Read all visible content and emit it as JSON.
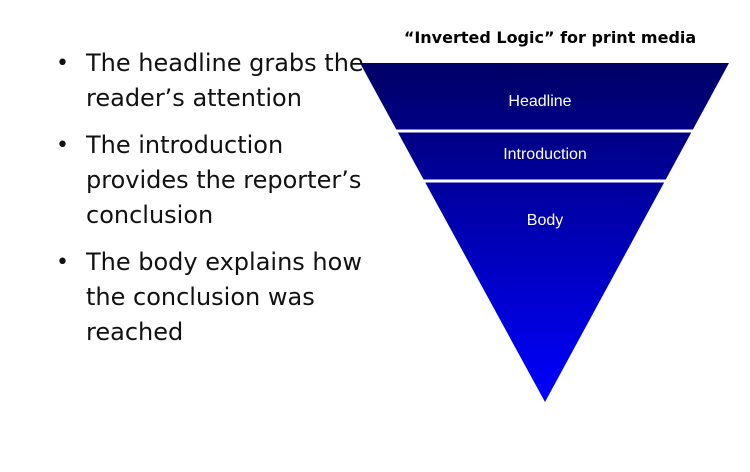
{
  "bullets": [
    "The headline grabs the reader’s attention",
    "The introduction provides the reporter’s conclusion",
    "The body explains how the conclusion was reached"
  ],
  "diagram": {
    "title": "“Inverted Logic” for print media",
    "sections": [
      {
        "label": "Headline"
      },
      {
        "label": "Introduction"
      },
      {
        "label": "Body"
      }
    ],
    "colors": {
      "top": "#000066",
      "bottom": "#0000ff",
      "divider": "#ffffff",
      "label": "#ffffff"
    }
  }
}
